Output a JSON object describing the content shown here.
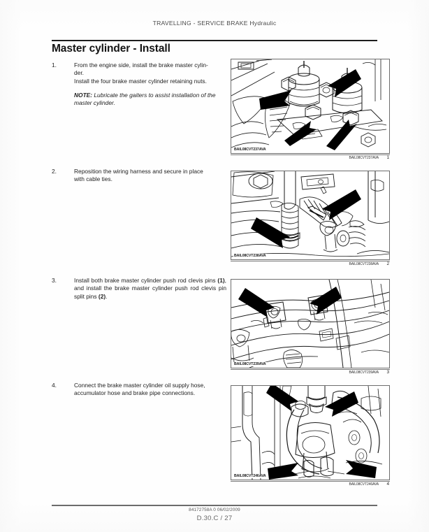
{
  "document": {
    "running_head": "TRAVELLING - SERVICE BRAKE Hydraulic",
    "title": "Master cylinder - Install",
    "footer_doc_code": "84172758A 0 06/02/2009",
    "footer_page_ref": "D.30.C / 27"
  },
  "steps": [
    {
      "number": "1.",
      "line1": "From the engine side, install the brake master cylin-",
      "line2": "der.",
      "line3": "Install the four brake master cylinder retaining nuts.",
      "note_label": "NOTE:",
      "note_text": " Lubricate the gaiters to assist installation of the master cylinder."
    },
    {
      "number": "2.",
      "line1": "Reposition the wiring harness and secure in place",
      "line2": "with cable ties."
    },
    {
      "number": "3.",
      "part_a": "Install both brake master cylinder push rod clevis pins ",
      "ref_1": "(1)",
      "part_b": ", and install the brake master cylinder push rod clevis pin split pins ",
      "ref_2": "(2)",
      "part_c": "."
    },
    {
      "number": "4.",
      "line1": "Connect the brake master cylinder oil supply hose,",
      "line2": "accumulator hose and brake pipe connections."
    }
  ],
  "figures": [
    {
      "number": "1",
      "code": "BAIL08CVT237AVA",
      "watermark": "BAIL08CVT237AVA",
      "alt": "Brake master cylinders with four arrows indicating retaining nuts"
    },
    {
      "number": "2",
      "code": "BAIL08CVT238AVA",
      "watermark": "BAIL08CVT238AVA",
      "alt": "Wiring harness routed with cable ties, two arrows"
    },
    {
      "number": "3",
      "code": "BAIL08CVT239AVA",
      "watermark": "BAIL08CVT239AVA",
      "alt": "Push rod clevis pins, two arrows"
    },
    {
      "number": "4",
      "code": "BAIL08CVT246AVA",
      "watermark": "BAIL08CVT246AVA",
      "alt": "Oil supply hose and brake pipe connections, four arrows"
    }
  ],
  "colors": {
    "ink": "#1c1c1c",
    "rule": "#5c5c5c",
    "panel_border": "#6d6d6d",
    "line_art": "#1a1a1a",
    "arrow_fill": "#000000"
  }
}
